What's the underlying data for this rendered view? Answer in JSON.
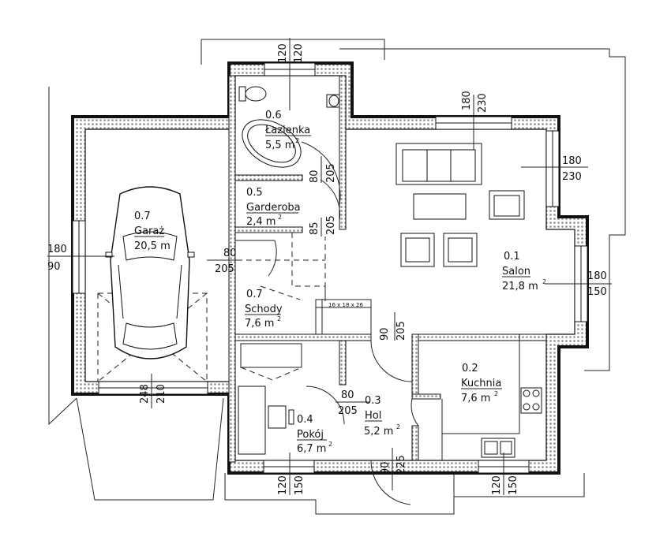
{
  "rooms": [
    {
      "num": "0.1",
      "name": "Salon",
      "area": "21,8 m",
      "unit_sup": "2"
    },
    {
      "num": "0.2",
      "name": "Kuchnia",
      "area": "7,6 m",
      "unit_sup": "2"
    },
    {
      "num": "0.3",
      "name": "Hol",
      "area": "5,2 m",
      "unit_sup": "2"
    },
    {
      "num": "0.4",
      "name": "Pokój",
      "area": "6,7 m",
      "unit_sup": "2"
    },
    {
      "num": "0.5",
      "name": "Garderoba",
      "area": "2,4 m",
      "unit_sup": "2"
    },
    {
      "num": "0.6",
      "name": "Łazienka",
      "area": "5,5 m",
      "unit_sup": "2"
    },
    {
      "num": "0.7",
      "name": "Garaż",
      "area": "20,5 m",
      "unit_sup": ""
    },
    {
      "num": "0.7",
      "name": "Schody",
      "area": "7,6 m",
      "unit_sup": "2"
    }
  ],
  "stair_note": "16 x 18 x 26",
  "dims": {
    "top_bath_a": "120",
    "top_bath_b": "120",
    "top_salon_a": "180",
    "top_salon_b": "230",
    "right_salon_a": "180",
    "right_salon_b": "230",
    "right_mid_a": "180",
    "right_mid_b": "150",
    "left_gar_a": "180",
    "left_gar_b": "90",
    "gar_door_a": "248",
    "gar_door_b": "210",
    "bath_door_a": "80",
    "bath_door_b": "205",
    "gard_door_a": "85",
    "gard_door_b": "205",
    "hall_door_a": "80",
    "hall_door_b": "205",
    "kitchen_door_a": "90",
    "kitchen_door_b": "205",
    "pokoj_door_a": "80",
    "pokoj_door_b": "205",
    "bottom_pokoj_a": "120",
    "bottom_pokoj_b": "150",
    "entry_a": "90",
    "entry_b": "225",
    "bottom_kitchen_a": "120",
    "bottom_kitchen_b": "150"
  }
}
